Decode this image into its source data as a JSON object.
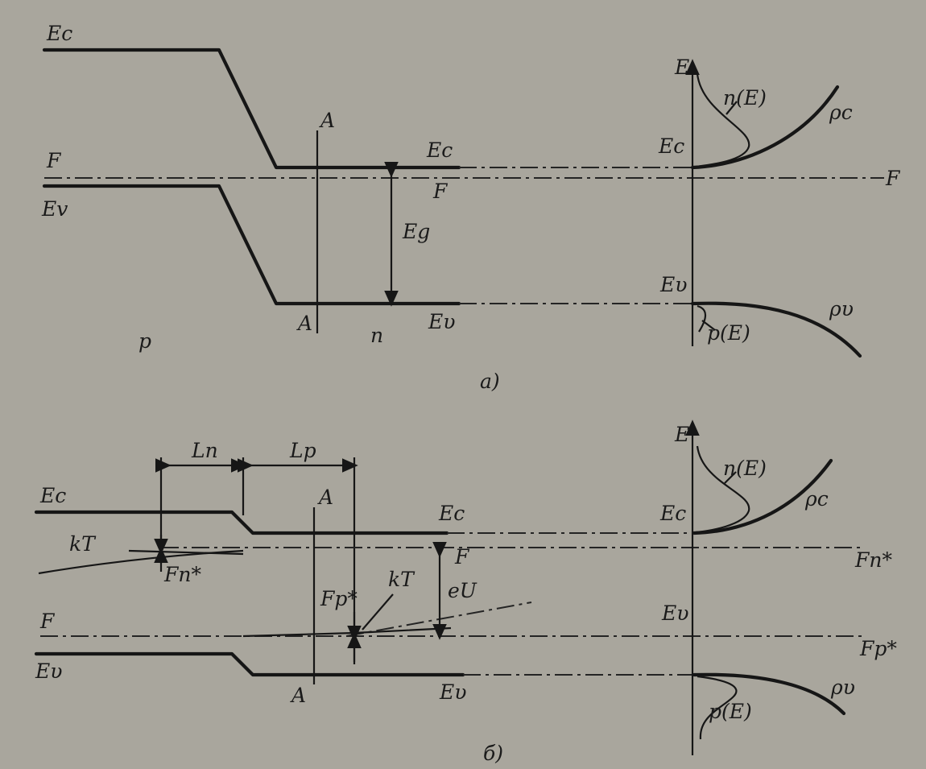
{
  "colors": {
    "background": "#a9a69d",
    "ink": "#161616"
  },
  "panel_a": {
    "caption": "а)",
    "labels": {
      "ec_left": "Ec",
      "f_left": "F",
      "ev_left": "Ev",
      "a_top": "A",
      "a_bottom": "A",
      "ec_right": "Ec",
      "f_mid": "F",
      "eg": "Eg",
      "ev_right": "Eυ",
      "p_region": "p",
      "n_region": "n"
    },
    "dos": {
      "e_axis": "E",
      "ec": "Ec",
      "ev": "Eυ",
      "n_e": "n(E)",
      "rho_c": "ρc",
      "f": "F",
      "p_e": "p(E)",
      "rho_v": "ρυ"
    }
  },
  "panel_b": {
    "caption": "б)",
    "labels": {
      "ln": "Ln",
      "lp": "Lp",
      "ec_left": "Ec",
      "kt_left": "kT",
      "fn_left": "Fn*",
      "a_top": "A",
      "ec_right": "Ec",
      "f_mid": "F",
      "kt_mid": "kT",
      "fp_mid": "Fp*",
      "eu": "eU",
      "f_left": "F",
      "ev_left": "Eυ",
      "a_bottom": "A",
      "ev_right": "Eυ"
    },
    "dos": {
      "e_axis": "E",
      "n_e": "n(E)",
      "rho_c": "ρc",
      "ec": "Ec",
      "fn": "Fn*",
      "ev": "Eυ",
      "fp": "Fp*",
      "rho_v": "ρυ",
      "p_e": "p(E)"
    }
  }
}
